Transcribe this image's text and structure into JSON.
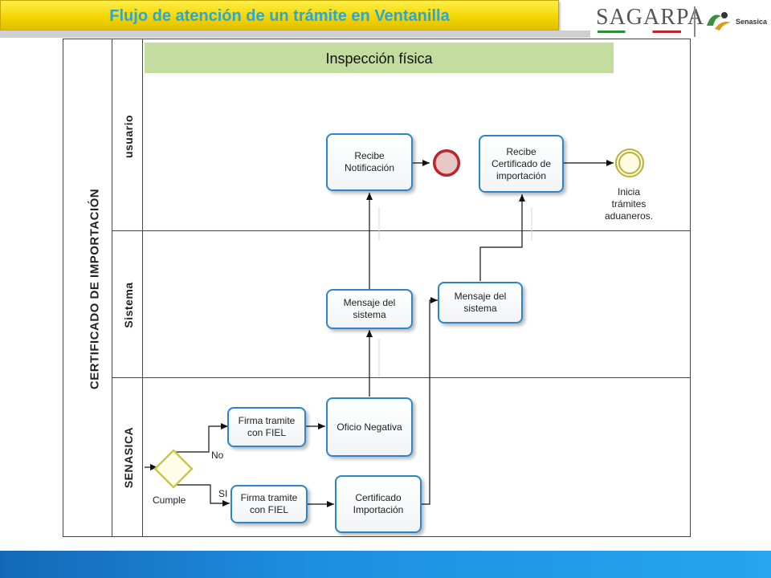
{
  "header": {
    "title": "Flujo de atención de un trámite en Ventanilla",
    "logo_primary": "SAGARPA",
    "logo_secondary": "Senasica"
  },
  "diagram": {
    "section_banner": "Inspección física",
    "pool_name": "CERTIFICADO DE IMPORTACIÓN",
    "lanes": [
      "usuario",
      "Sistema",
      "SENASICA"
    ],
    "tasks": {
      "recibe_notificacion": "Recibe Notificación",
      "recibe_certificado": "Recibe Certificado de importación",
      "mensaje_sistema_1": "Mensaje del sistema",
      "mensaje_sistema_2": "Mensaje del sistema",
      "firma_fiel_no": "Firma tramite con FIEL",
      "oficio_negativa": "Oficio Negativa",
      "firma_fiel_si": "Firma tramite con FIEL",
      "certificado_importacion": "Certificado Importación"
    },
    "gateway_label": "Cumple",
    "end_event_label": "Inicia trámites aduaneros.",
    "flow_labels": {
      "no": "No",
      "si": "SI"
    }
  },
  "colors": {
    "title_bg": "#f2d400",
    "title_text": "#2aa7d6",
    "banner_bg": "#c3dca0",
    "task_border": "#2a86c8",
    "gateway_border": "#c8c84a",
    "gateway_fill": "#fffde8",
    "end_event": "#c0262c",
    "footer": "#1e8ee0"
  }
}
